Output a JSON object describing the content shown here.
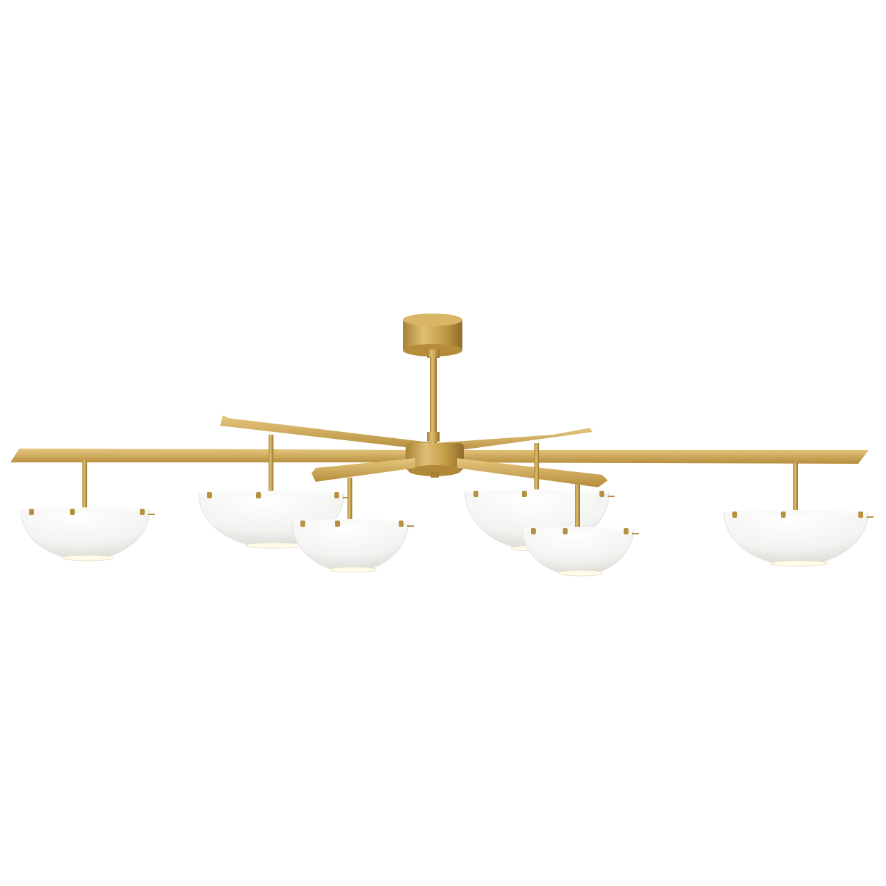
{
  "product": {
    "subject": "chandelier",
    "shade_count": 6,
    "arm_count": 6
  },
  "colors": {
    "background": "#ffffff",
    "brass": "#c9a24a",
    "brass_light": "#e3c37a",
    "brass_dark": "#9c7a30",
    "shade": "#f7f7f5",
    "shade_shadow": "#dcdcd8",
    "glow": "#fffbe8"
  }
}
